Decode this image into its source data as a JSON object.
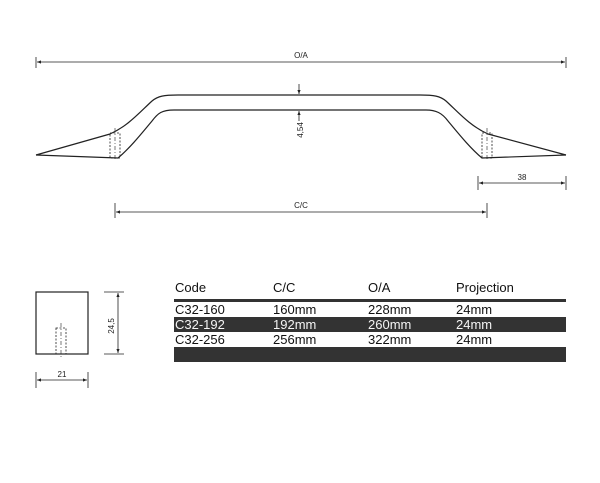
{
  "dimensions": {
    "overall": "O/A",
    "centres": "C/C",
    "height": "4,54",
    "end_length": "38",
    "side_height": "24,5",
    "side_width": "21"
  },
  "table": {
    "headers": [
      "Code",
      "C/C",
      "O/A",
      "Projection"
    ],
    "rows": [
      [
        "C32-160",
        "160mm",
        "228mm",
        "24mm"
      ],
      [
        "C32-192",
        "192mm",
        "260mm",
        "24mm"
      ],
      [
        "C32-256",
        "256mm",
        "322mm",
        "24mm"
      ]
    ]
  },
  "colors": {
    "line": "#222222",
    "row_fill": "#333333",
    "row_text_on_fill": "#f4f4f4"
  }
}
